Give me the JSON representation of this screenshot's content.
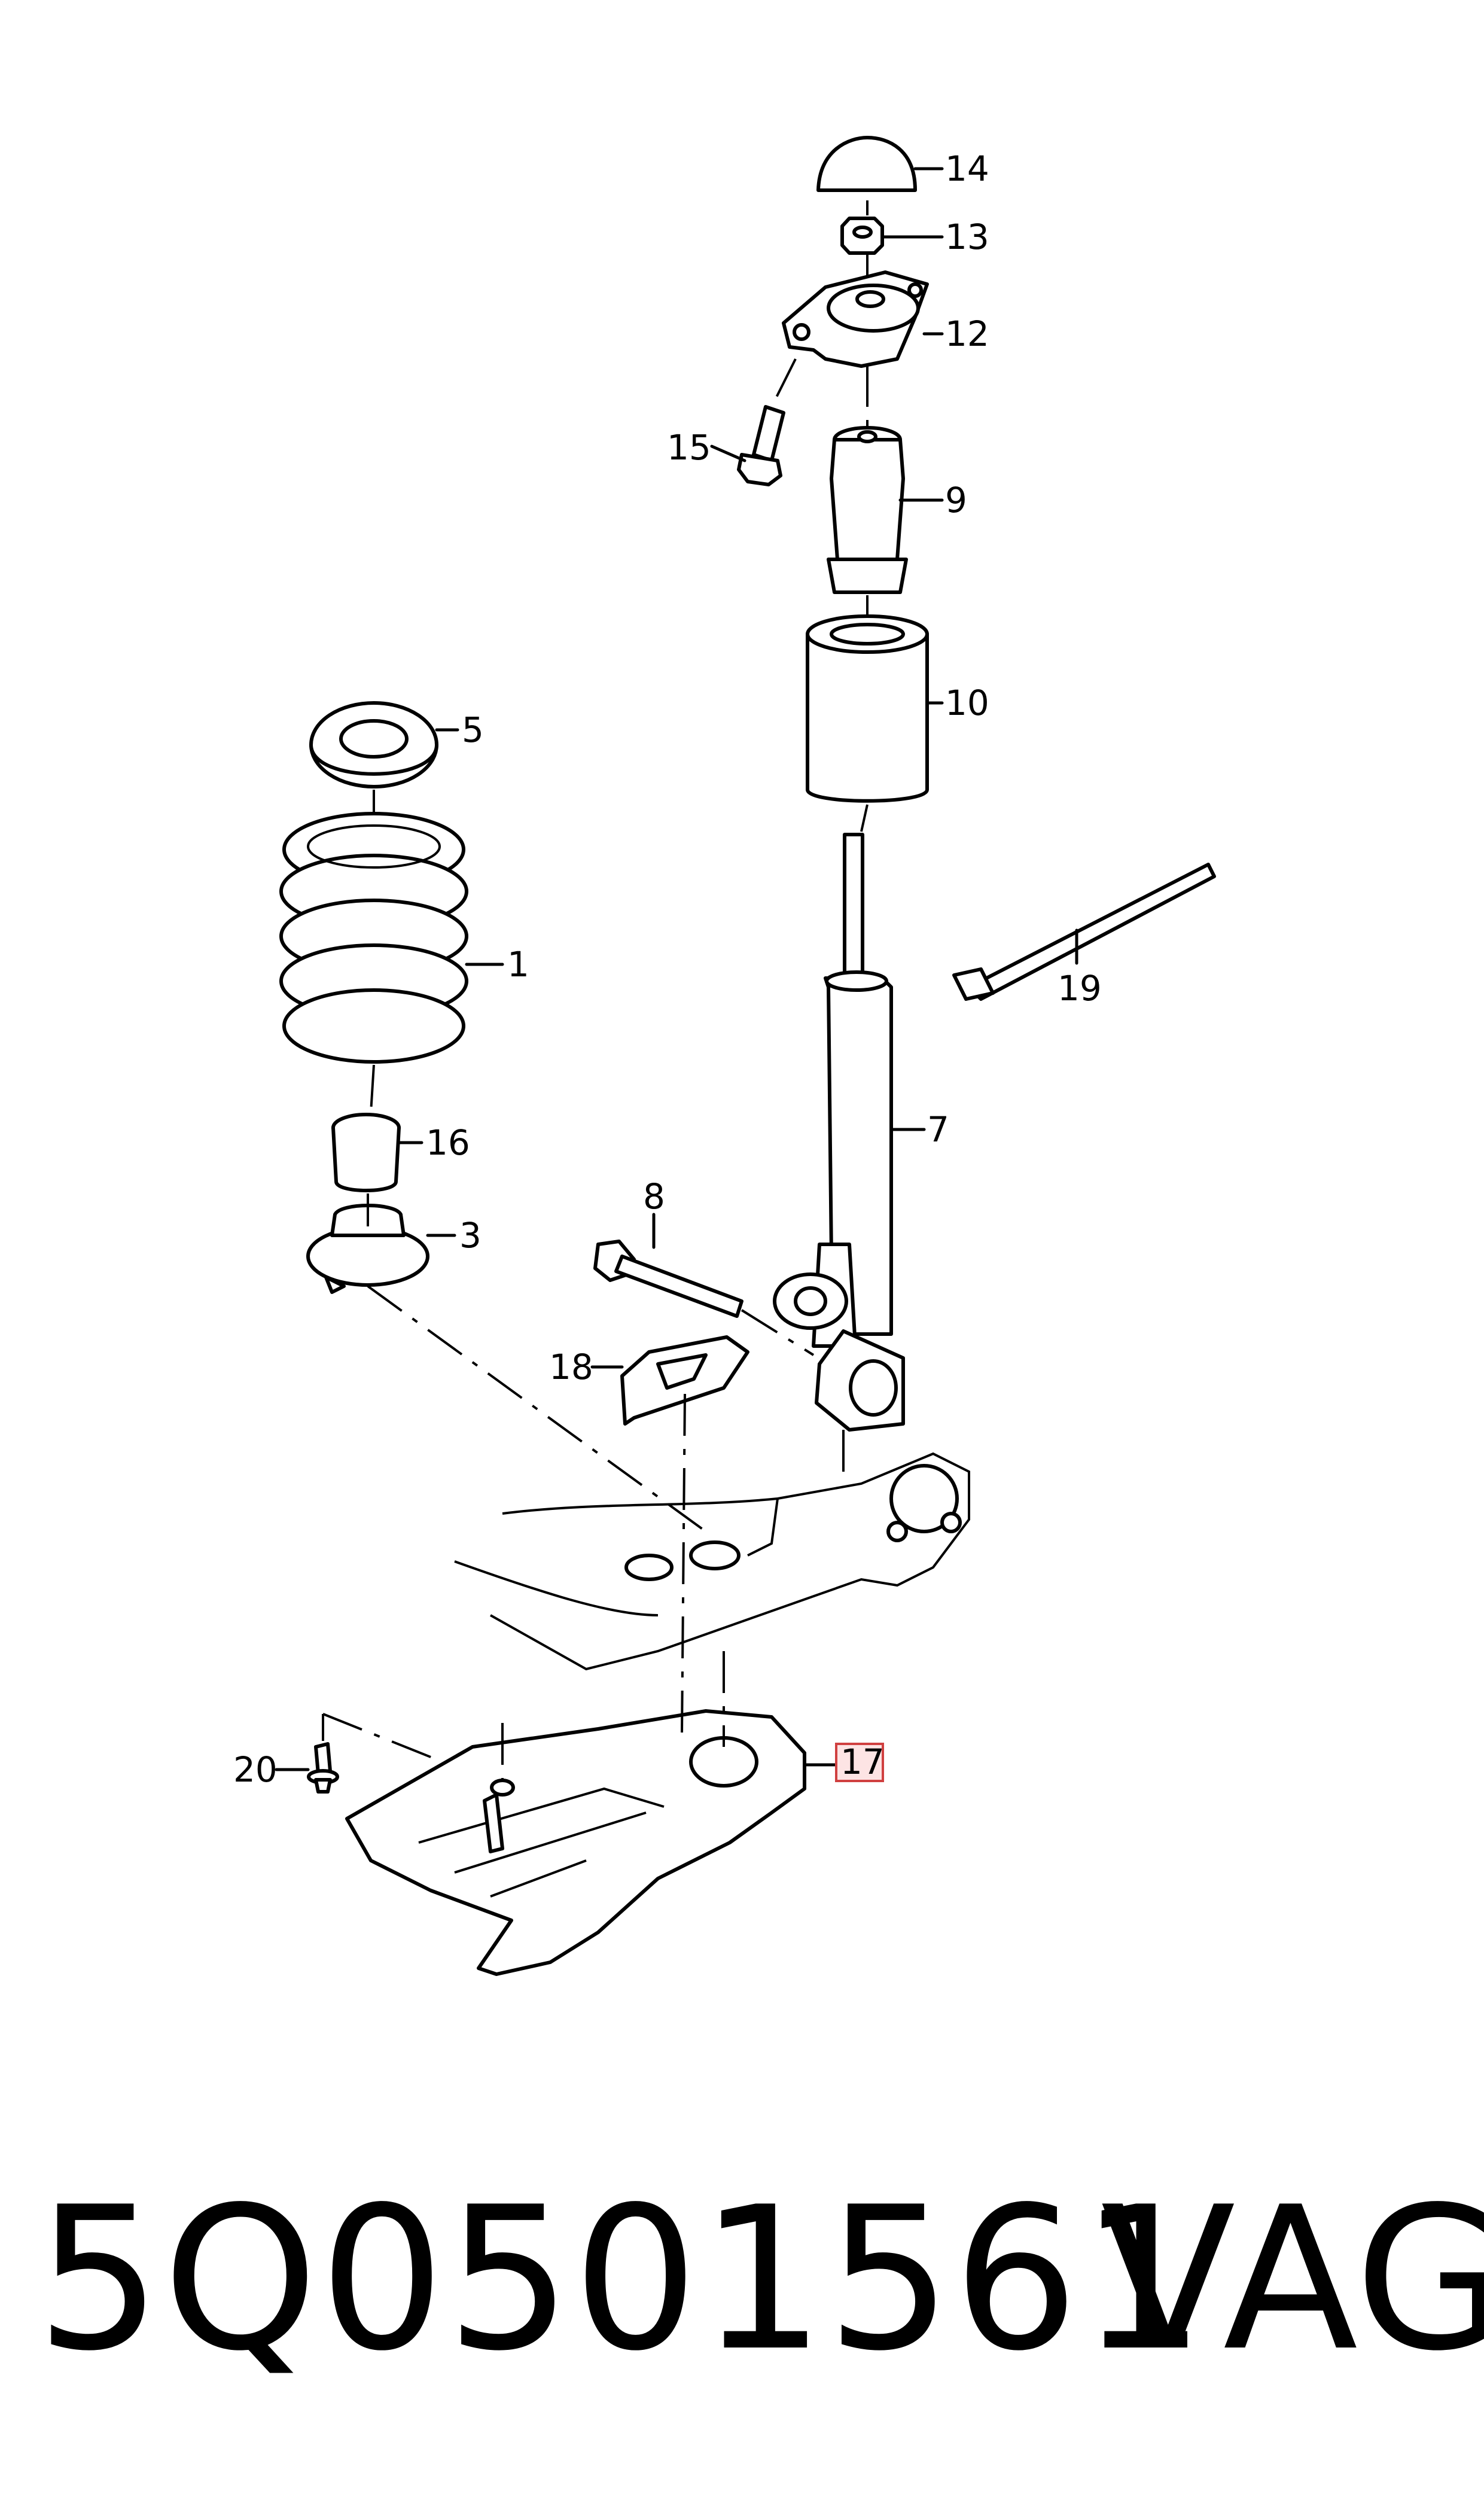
{
  "callouts": [
    {
      "id": "c14",
      "text": "14"
    },
    {
      "id": "c13",
      "text": "13"
    },
    {
      "id": "c12",
      "text": "12"
    },
    {
      "id": "c15",
      "text": "15"
    },
    {
      "id": "c9",
      "text": "9"
    },
    {
      "id": "c10",
      "text": "10"
    },
    {
      "id": "c5",
      "text": "5"
    },
    {
      "id": "c1",
      "text": "1"
    },
    {
      "id": "c19",
      "text": "19"
    },
    {
      "id": "c16",
      "text": "16"
    },
    {
      "id": "c7",
      "text": "7"
    },
    {
      "id": "c8",
      "text": "8"
    },
    {
      "id": "c3",
      "text": "3"
    },
    {
      "id": "c18",
      "text": "18"
    },
    {
      "id": "c20",
      "text": "20"
    },
    {
      "id": "c17",
      "text": "17",
      "highlighted": true
    }
  ],
  "footer": {
    "part_number": "5Q0501561",
    "brand": "VAG"
  },
  "colors": {
    "highlight_fill": "#fde4e4",
    "highlight_stroke": "#d04040"
  }
}
